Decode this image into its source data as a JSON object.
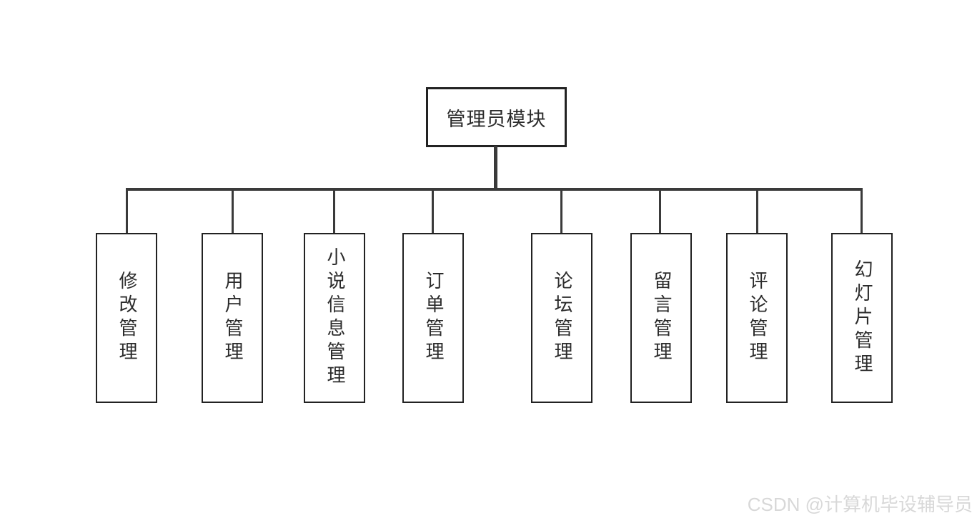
{
  "diagram": {
    "root": {
      "label": "管理员模块"
    },
    "children": [
      {
        "label": "修改管理"
      },
      {
        "label": "用户管理"
      },
      {
        "label": "小说信息管理"
      },
      {
        "label": "订单管理"
      },
      {
        "label": "论坛管理"
      },
      {
        "label": "留言管理"
      },
      {
        "label": "评论管理"
      },
      {
        "label": "幻灯片管理"
      }
    ]
  },
  "watermark": {
    "text": "CSDN @计算机毕设辅导员"
  },
  "colors": {
    "background": "#ffffff",
    "line": "#3a3a3a",
    "box_border": "#222222",
    "text": "#2b2b2b",
    "watermark_text": "#d8d8d8"
  }
}
